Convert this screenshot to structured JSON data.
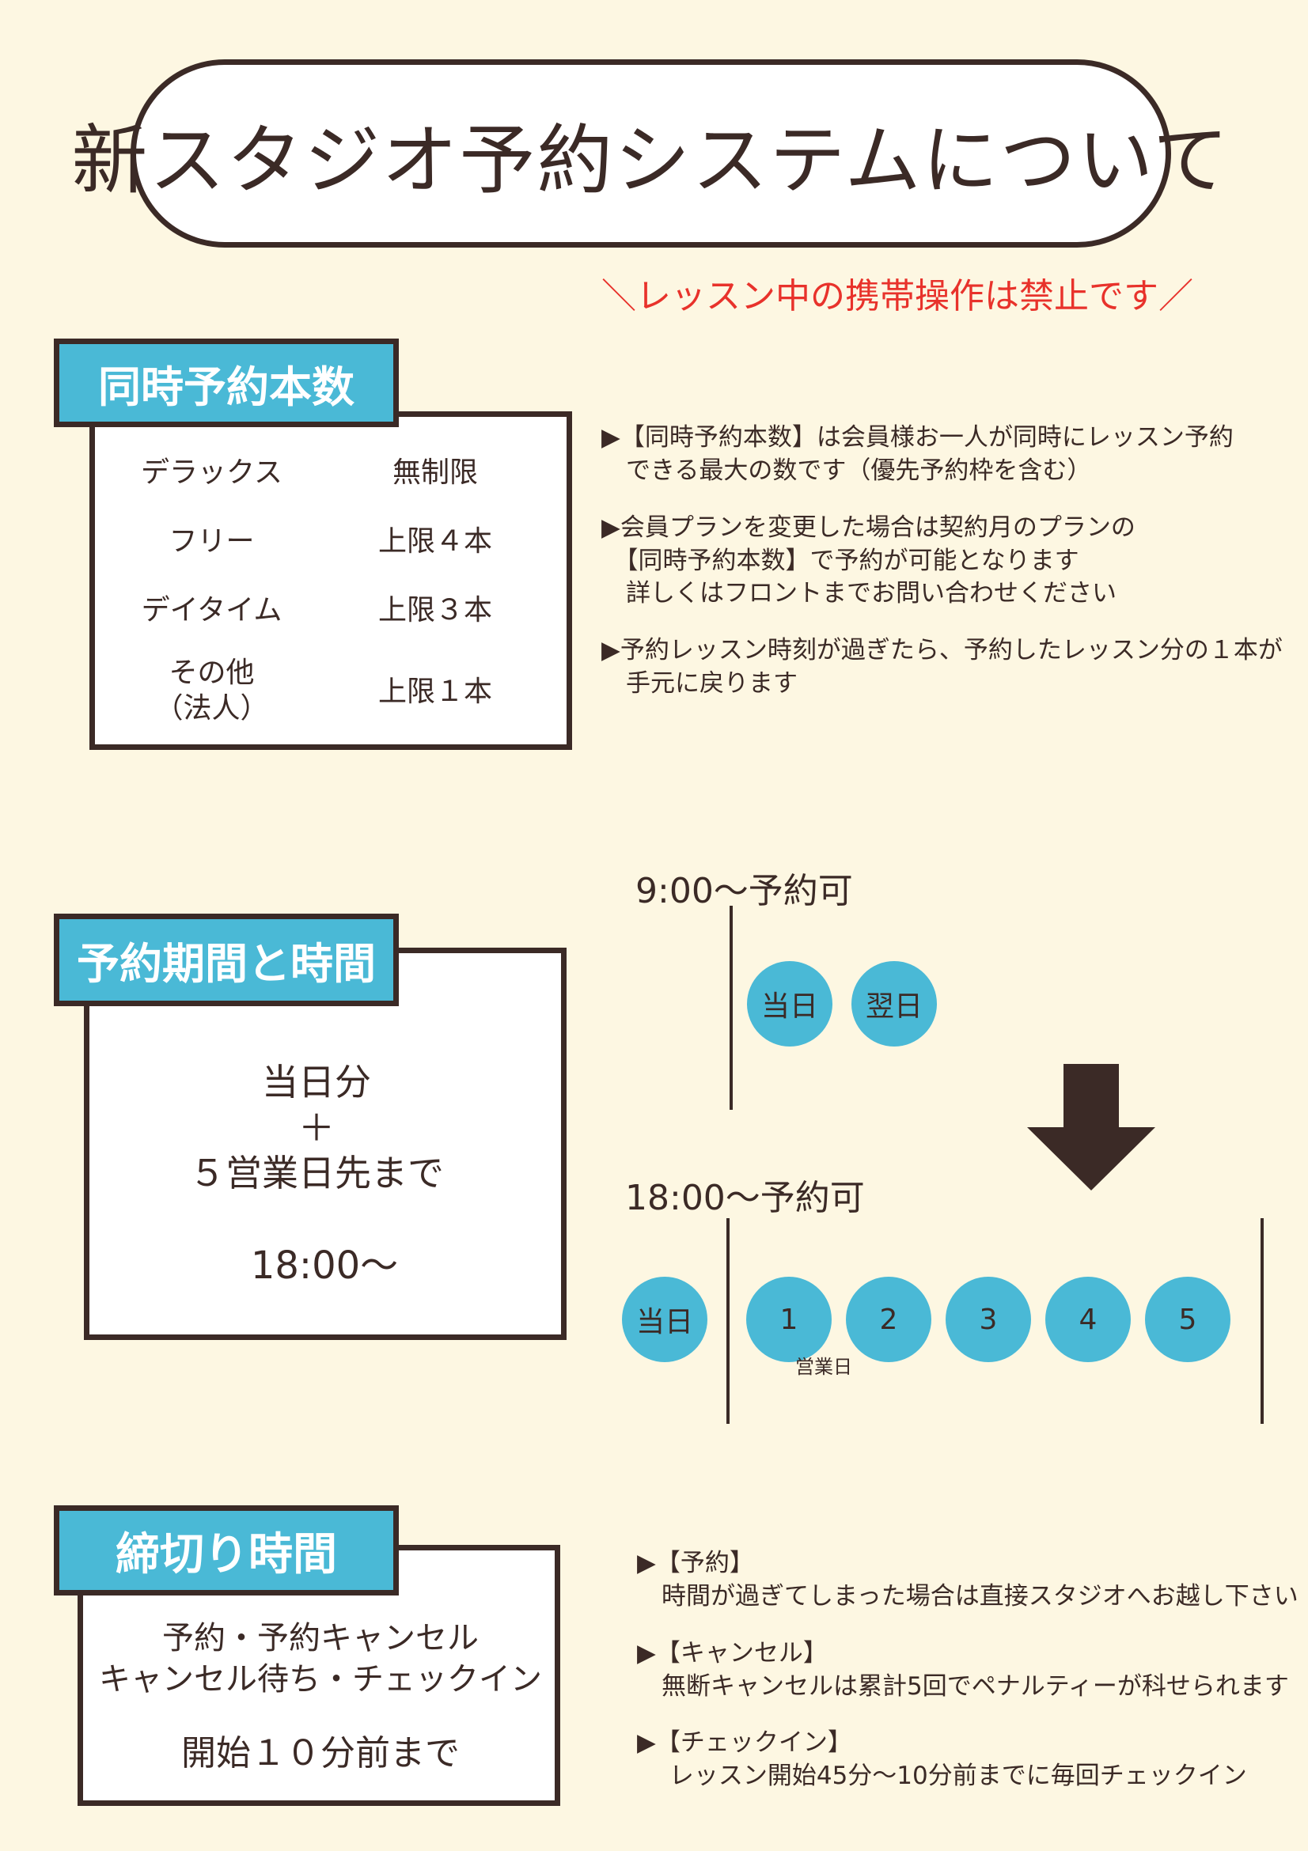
{
  "title": "新スタジオ予約システムについて",
  "notice": "＼レッスン中の携帯操作は禁止です／",
  "colors": {
    "accent": "#4ab9d6",
    "dark": "#3b2a26",
    "notice": "#e8322b",
    "background": "#fdf7e2"
  },
  "section1": {
    "label": "同時予約本数",
    "plans": [
      {
        "name": "デラックス",
        "value": "無制限"
      },
      {
        "name": "フリー",
        "value": "上限４本"
      },
      {
        "name": "デイタイム",
        "value": "上限３本"
      },
      {
        "name_line1": "その他",
        "name_line2": "（法人）",
        "value": "上限１本"
      }
    ],
    "notes": [
      {
        "line1": "▶【同時予約本数】は会員様お一人が同時にレッスン予約",
        "line2": "　できる最大の数です（優先予約枠を含む）"
      },
      {
        "line1": "▶会員プランを変更した場合は契約月のプランの",
        "line2": "　【同時予約本数】で予約が可能となります",
        "line3": "　詳しくはフロントまでお問い合わせください"
      },
      {
        "line1": "▶予約レッスン時刻が過ぎたら、予約したレッスン分の１本が",
        "line2": "　手元に戻ります"
      }
    ]
  },
  "section2": {
    "label": "予約期間と時間",
    "box_line1": "当日分",
    "box_line2": "＋",
    "box_line3": "５営業日先まで",
    "box_line4": "18:00～",
    "time1": "9:00～予約可",
    "time1_circles": [
      "当日",
      "翌日"
    ],
    "time2": "18:00～予約可",
    "time2_today": "当日",
    "time2_days": [
      "1",
      "2",
      "3",
      "4",
      "5"
    ],
    "business_day_label": "営業日"
  },
  "section3": {
    "label": "締切り時間",
    "box_line1": "予約・予約キャンセル",
    "box_line2": "キャンセル待ち・チェックイン",
    "box_line3": "開始１０分前まで",
    "notes": [
      {
        "line1": "▶【予約】",
        "line2": "　時間が過ぎてしまった場合は直接スタジオへお越し下さい"
      },
      {
        "line1": "▶【キャンセル】",
        "line2": "　無断キャンセルは累計5回でペナルティーが科せられます"
      },
      {
        "line1": "▶【チェックイン】",
        "line2": "　 レッスン開始45分～10分前までに毎回チェックイン"
      }
    ]
  }
}
